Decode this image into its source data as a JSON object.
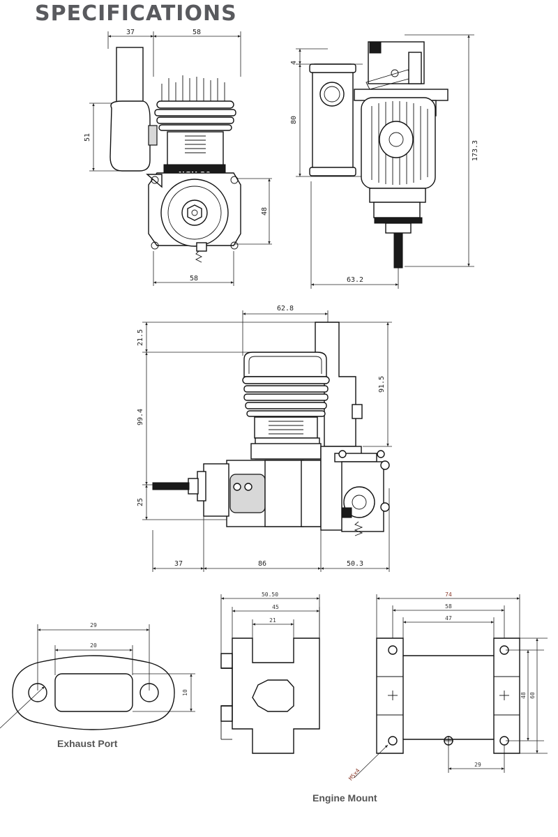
{
  "title": "SPECIFICATIONS",
  "captions": {
    "exhaust_port": "Exhaust Port",
    "engine_mount": "Engine Mount"
  },
  "front_view": {
    "width_exhaust": "37",
    "width_engine": "58",
    "height_muffler": "51",
    "mount_height": "48",
    "mount_width": "58",
    "badge_text": "NGH 20"
  },
  "rear_view": {
    "offset_top": "4",
    "muffler_height": "80",
    "total_height": "173.3",
    "total_depth": "63.2"
  },
  "side_view": {
    "top_width": "62.8",
    "exhaust_rise": "21.5",
    "cylinder_height": "99.4",
    "muffler_height": "91.5",
    "shaft_height": "25",
    "shaft_length": "37",
    "body_length": "86",
    "rear_length": "50.3"
  },
  "exhaust_port": {
    "hole_spacing": "29",
    "port_width": "20",
    "port_height": "10"
  },
  "gasket": {
    "outer_width": "50.50",
    "mid_width": "45",
    "inner_width": "21"
  },
  "engine_mount": {
    "outer_width": "74",
    "mid_width": "58",
    "inner_width": "47",
    "bolt_spacing": "29",
    "height_inner": "48",
    "height_outer": "60",
    "bolt_spec": "M5x4"
  }
}
